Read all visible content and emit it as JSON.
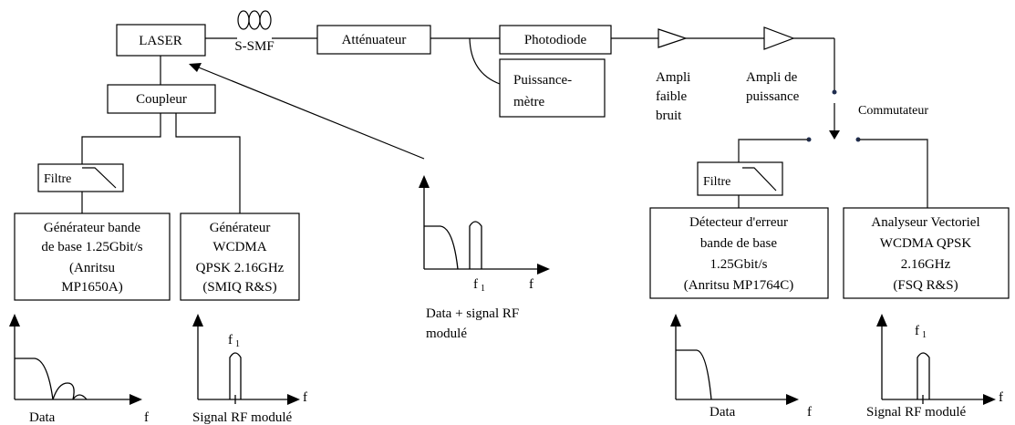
{
  "labels": {
    "laser": "LASER",
    "fiber": "S-SMF",
    "attenuator": "Atténuateur",
    "photodiode": "Photodiode",
    "powermeter_1": "Puissance-",
    "powermeter_2": "mètre",
    "lna_1": "Ampli",
    "lna_2": "faible",
    "lna_3": "bruit",
    "pa_1": "Ampli de",
    "pa_2": "puissance",
    "coupler": "Coupleur",
    "switch": "Commutateur",
    "filter_left": "Filtre",
    "filter_right": "Filtre",
    "gen_bb_1": "Générateur bande",
    "gen_bb_2": "de base 1.25Gbit/s",
    "gen_bb_3": "(Anritsu",
    "gen_bb_4": "MP1650A)",
    "gen_rf_1": "Générateur",
    "gen_rf_2": "WCDMA",
    "gen_rf_3": "QPSK 2.16GHz",
    "gen_rf_4": "(SMIQ R&S)",
    "det_1": "Détecteur d'erreur",
    "det_2": "bande de base",
    "det_3": "1.25Gbit/s",
    "det_4": "(Anritsu MP1764C)",
    "ana_1": "Analyseur Vectoriel",
    "ana_2": "WCDMA QPSK",
    "ana_3": "2.16GHz",
    "ana_4": "(FSQ R&S)"
  },
  "spectra": {
    "f": "f",
    "f1": "f",
    "f1_sub": "1",
    "data": "Data",
    "signal_rf": "Signal RF modulé",
    "combined_1": "Data + signal RF",
    "combined_2": "modulé"
  },
  "colors": {
    "line": "#000000",
    "background": "#ffffff"
  }
}
